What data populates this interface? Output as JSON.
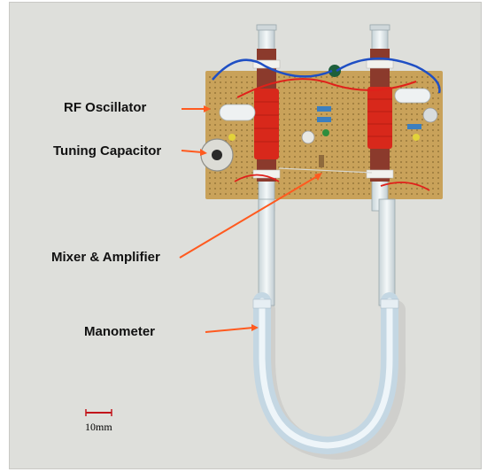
{
  "labels": {
    "rf_oscillator": "RF Oscillator",
    "tuning_capacitor": "Tuning Capacitor",
    "mixer_amplifier": "Mixer & Amplifier",
    "manometer": "Manometer"
  },
  "scale_bar": {
    "text": "10mm"
  },
  "colors": {
    "background": "#dedfdb",
    "board": "#c9a25a",
    "coil": "#d8281b",
    "tube": "#d6e6ef",
    "callout_arrow": "#ff5a1f",
    "scale_bar": "#c2151b",
    "wire_blue": "#1f4fc4",
    "wire_red": "#e0201a"
  }
}
